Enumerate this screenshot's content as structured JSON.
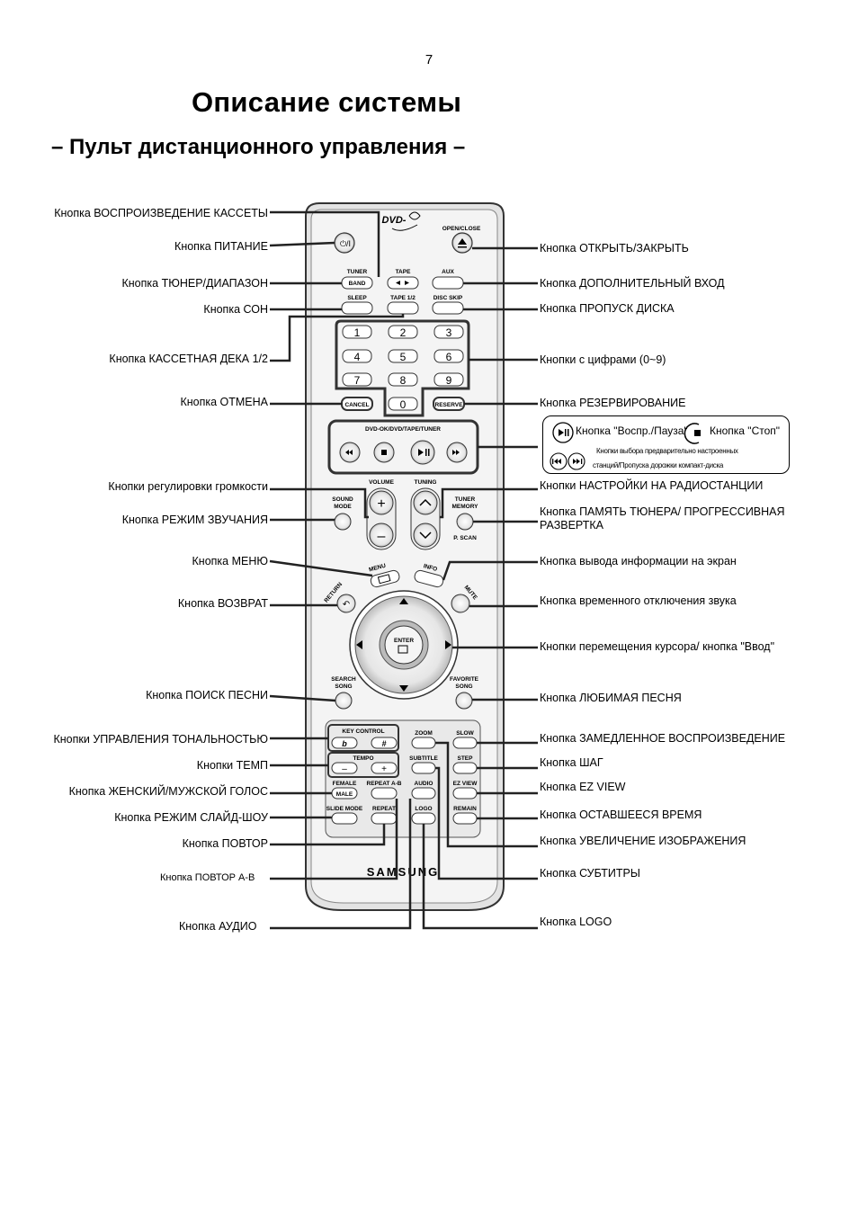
{
  "page_number": "7",
  "title": "Описание системы",
  "subtitle": "– Пульт дистанционного управления –",
  "labels_left": [
    "Кнопка ВОСПРОИЗВЕДЕНИЕ КАССЕТЫ",
    "Кнопка ПИТАНИЕ",
    "Кнопка ТЮНЕР/ДИАПАЗОН",
    "Кнопка СОН",
    "Кнопка КАССЕТНАЯ ДЕКА 1/2",
    "Кнопка ОТМЕНА",
    "Кнопки регулировки громкости",
    "Кнопка РЕЖИМ ЗВУЧАНИЯ",
    "Кнопка МЕНЮ",
    "Кнопка ВОЗВРАТ",
    "Кнопка ПОИСК ПЕСНИ",
    "Кнопки УПРАВЛЕНИЯ ТОНАЛЬНОСТЬЮ",
    "Кнопки ТЕМП",
    "Кнопка ЖЕНСКИЙ/МУЖСКОЙ ГОЛОС",
    "Кнопка РЕЖИМ СЛАЙД-ШОУ",
    "Кнопка ПОВТОР",
    "Кнопка ПОВТОР А-В",
    "Кнопка АУДИО"
  ],
  "labels_right": [
    "Кнопка ОТКРЫТЬ/ЗАКРЫТЬ",
    "Кнопка ДОПОЛНИТЕЛЬНЫЙ ВХОД",
    "Кнопка ПРОПУСК ДИСКА",
    "Кнопки с цифрами (0~9)",
    "Кнопка РЕЗЕРВИРОВАНИЕ",
    "Кнопки НАСТРОЙКИ НА РАДИОСТАНЦИИ",
    "Кнопка ПАМЯТЬ ТЮНЕРА/ ПРОГРЕССИВНАЯ",
    "РАЗВЕРТКА",
    "Кнопка вывода информации на экран",
    "Кнопка временного отключения звука",
    "Кнопки перемещения курсора/ кнопка \"Ввод\"",
    "Кнопка ЛЮБИМАЯ ПЕСНЯ",
    "Кнопка ЗАМЕДЛЕННОЕ ВОСПРОИЗВЕДЕНИЕ",
    "Кнопка ШАГ",
    "Кнопка EZ VIEW",
    "Кнопка ОСТАВШЕЕСЯ ВРЕМЯ",
    "Кнопка УВЕЛИЧЕНИЕ ИЗОБРАЖЕНИЯ",
    "Кнопка СУБТИТРЫ",
    "Кнопка LOGO"
  ],
  "legend": {
    "play_pause": "Кнопка \"Воспр./Пауза\"",
    "stop": "Кнопка \"Стоп\"",
    "skip_line1": "Кнопки выбора предварительно настроенных",
    "skip_line2": "станций/Пропуска дорожки компакт-диска"
  },
  "remote": {
    "brand_logo": "DVD-",
    "open_close": "OPEN/CLOSE",
    "tuner": "TUNER",
    "band": "BAND",
    "tape": "TAPE",
    "aux": "AUX",
    "sleep": "SLEEP",
    "tape12": "TAPE 1/2",
    "disc_skip": "DISC SKIP",
    "digits": [
      "1",
      "2",
      "3",
      "4",
      "5",
      "6",
      "7",
      "8",
      "9",
      "0"
    ],
    "cancel": "CANCEL",
    "reserve": "RESERVE",
    "transport_header": "DVD-OK/DVD/TAPE/TUNER",
    "volume": "VOLUME",
    "tuning": "TUNING",
    "sound": "SOUND",
    "mode": "MODE",
    "tuner2": "TUNER",
    "memory": "MEMORY",
    "pscan": "P. SCAN",
    "menu": "MENU",
    "info": "INFO",
    "return": "RETURN",
    "mute": "MUTE",
    "enter": "ENTER",
    "search": "SEARCH",
    "song": "SONG",
    "favorite": "FAVORITE",
    "song2": "SONG",
    "key_control": "KEY CONTROL",
    "flat": "b",
    "sharp": "#",
    "tempo": "TEMPO",
    "minus": "–",
    "plus": "+",
    "zoom": "ZOOM",
    "slow": "SLOW",
    "subtitle": "SUBTITLE",
    "step": "STEP",
    "female": "FEMALE",
    "male": "MALE",
    "repeat_ab": "REPEAT A-B",
    "audio": "AUDIO",
    "ez_view": "EZ VIEW",
    "slide_mode": "SLIDE MODE",
    "repeat": "REPEAT",
    "logo": "LOGO",
    "remain": "REMAIN",
    "samsung": "SAMSUNG"
  }
}
